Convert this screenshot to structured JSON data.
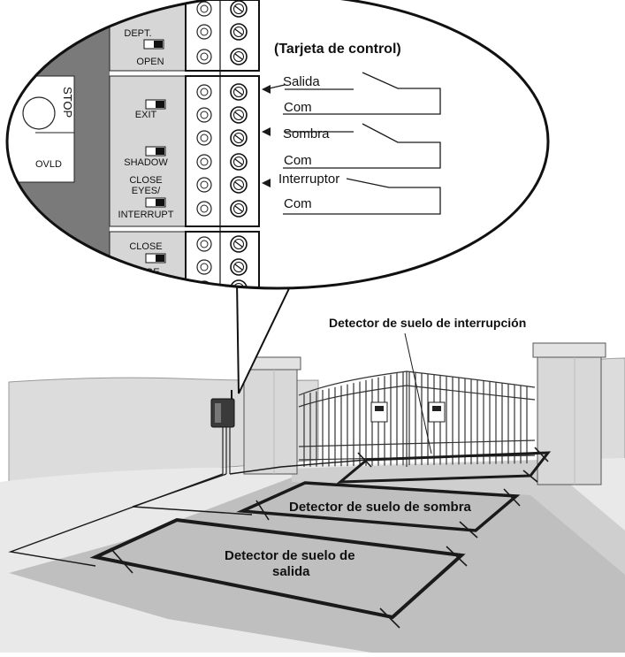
{
  "callout": {
    "board_title": "(Tarjeta de control)",
    "terminal_labels": [
      "Salida",
      "Com",
      "Sombra",
      "Com",
      "Interruptor",
      "Com"
    ]
  },
  "board": {
    "dept_label": "DEPT.",
    "open_label": "OPEN",
    "stop_label": "STOP",
    "exit_label": "EXIT",
    "shadow_label": "SHADOW",
    "close_eyes_line1": "CLOSE",
    "close_eyes_line2": "EYES/",
    "interrupt_label": "INTERRUPT",
    "ovld_label": "OVLD",
    "close_edge_line1": "CLOSE",
    "close_edge_line2": "EDGE"
  },
  "loops": {
    "interrupt_label": "Detector de suelo de interrupción",
    "shadow_label": "Detector de suelo de sombra",
    "exit_label_line1": "Detector de suelo de",
    "exit_label_line2": "salida"
  },
  "colors": {
    "line": "#1a1a1a",
    "board_grey": "#d6d6d6",
    "panel_dark": "#7a7a7a",
    "ground": "#bdbdbd",
    "grass": "#e6e6e6",
    "wall": "#dcdcdc"
  }
}
